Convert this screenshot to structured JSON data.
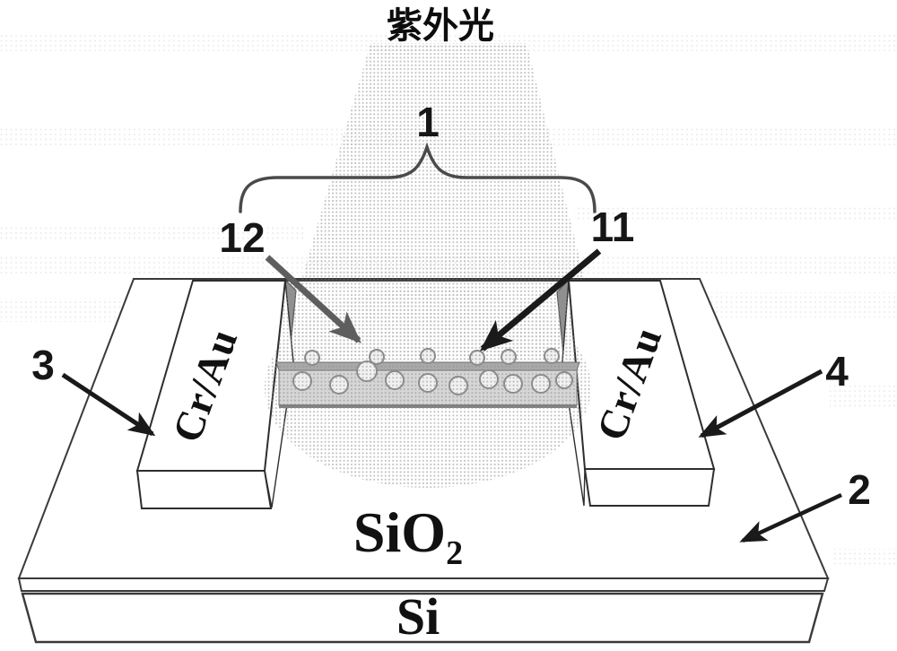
{
  "figure": {
    "title": "紫外光",
    "callouts": {
      "label_1": "1",
      "label_2": "2",
      "label_3": "3",
      "label_4": "4",
      "label_11": "11",
      "label_12": "12"
    },
    "materials": {
      "electrode": "Cr/Au",
      "oxide_base": "SiO",
      "oxide_subscript": "2",
      "substrate": "Si"
    },
    "colors": {
      "outline": "#3a3a3a",
      "arrow_black": "#1a1a1a",
      "arrow_gray": "#5e5e5e",
      "halftone_dot": "#8e8e8e",
      "noise_dot": "#c2c2c2",
      "pit_wall": "#909090",
      "film_top": "#a9a9a9",
      "film_front": "#d6d6d6",
      "particle_fill": "#f1f1f1",
      "particle_stroke": "#8c8c8c"
    }
  }
}
